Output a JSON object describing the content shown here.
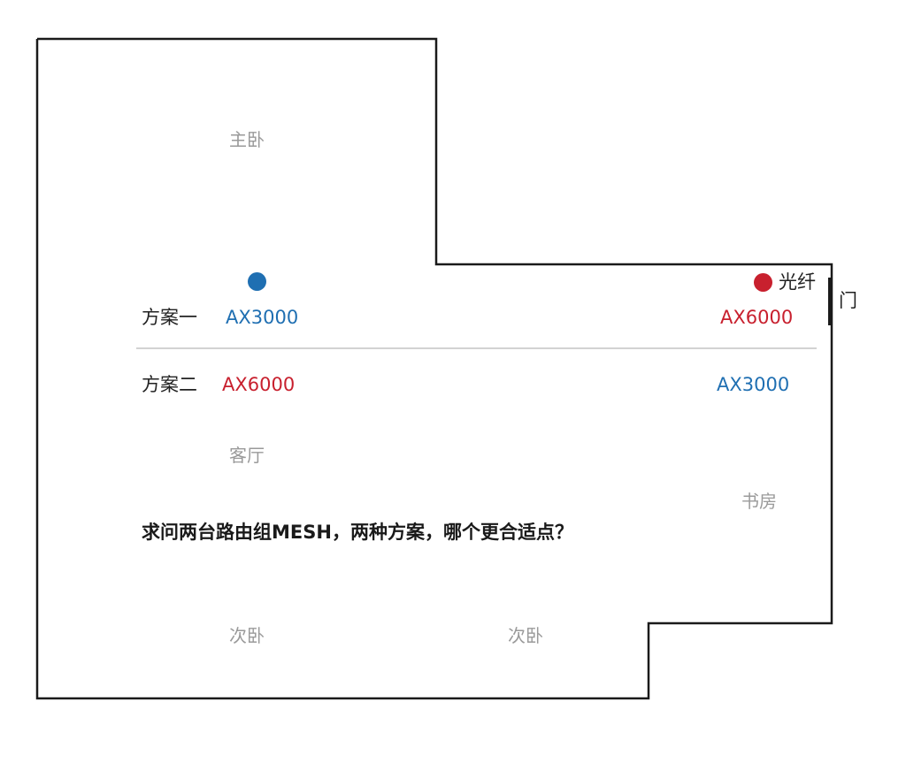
{
  "rooms": {
    "master_bedroom": "主卧",
    "living_room": "客厅",
    "study": "书房",
    "second_bedroom_1": "次卧",
    "second_bedroom_2": "次卧"
  },
  "markers": {
    "fiber_label": "光纤",
    "door_label": "门",
    "fiber_dot_color": "#c8202e",
    "router_dot_color": "#1f6fb2"
  },
  "plans": [
    {
      "name": "方案一",
      "left_router": "AX3000",
      "left_color": "#1f6fb2",
      "right_router": "AX6000",
      "right_color": "#c8202e"
    },
    {
      "name": "方案二",
      "left_router": "AX6000",
      "left_color": "#c8202e",
      "right_router": "AX3000",
      "right_color": "#1f6fb2"
    }
  ],
  "question": "求问两台路由组MESH，两种方案，哪个更合适点？"
}
